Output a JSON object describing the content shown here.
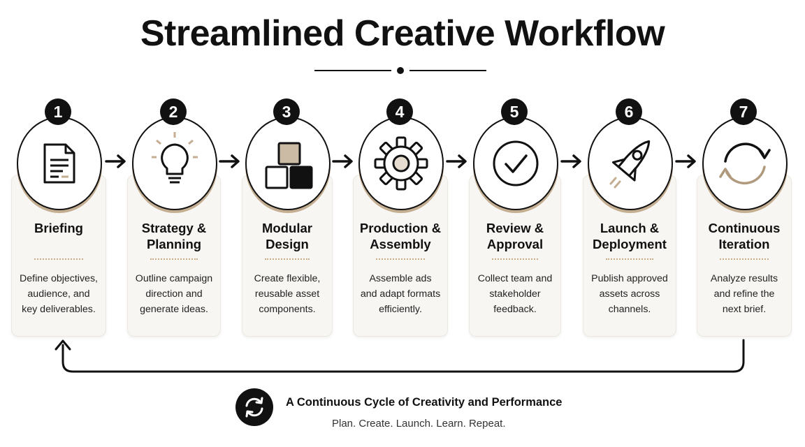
{
  "title": "Streamlined Creative Workflow",
  "steps": [
    {
      "number": "1",
      "title_lines": [
        "Briefing",
        ""
      ],
      "desc_lines": [
        "Define objectives,",
        "audience, and",
        "key deliverables."
      ],
      "icon": "document-icon"
    },
    {
      "number": "2",
      "title_lines": [
        "Strategy &",
        "Planning"
      ],
      "desc_lines": [
        "Outline campaign",
        "direction and",
        "generate ideas."
      ],
      "icon": "lightbulb-icon"
    },
    {
      "number": "3",
      "title_lines": [
        "Modular",
        "Design"
      ],
      "desc_lines": [
        "Create flexible,",
        "reusable asset",
        "components."
      ],
      "icon": "blocks-icon"
    },
    {
      "number": "4",
      "title_lines": [
        "Production &",
        "Assembly"
      ],
      "desc_lines": [
        "Assemble ads",
        "and adapt formats",
        "efficiently."
      ],
      "icon": "gear-icon"
    },
    {
      "number": "5",
      "title_lines": [
        "Review &",
        "Approval"
      ],
      "desc_lines": [
        "Collect team and",
        "stakeholder",
        "feedback."
      ],
      "icon": "checkmark-icon"
    },
    {
      "number": "6",
      "title_lines": [
        "Launch &",
        "Deployment"
      ],
      "desc_lines": [
        "Publish approved",
        "assets across",
        "channels."
      ],
      "icon": "rocket-icon"
    },
    {
      "number": "7",
      "title_lines": [
        "Continuous",
        "Iteration"
      ],
      "desc_lines": [
        "Analyze results",
        "and refine the",
        "next brief."
      ],
      "icon": "cycle-icon"
    }
  ],
  "footer": {
    "icon": "refresh-icon",
    "heading": "A Continuous Cycle of Creativity and Performance",
    "subtitle": "Plan. Create. Launch. Learn. Repeat."
  },
  "colors": {
    "ink": "#111111",
    "accent": "#c4ae92",
    "card": "#f8f6f2"
  }
}
